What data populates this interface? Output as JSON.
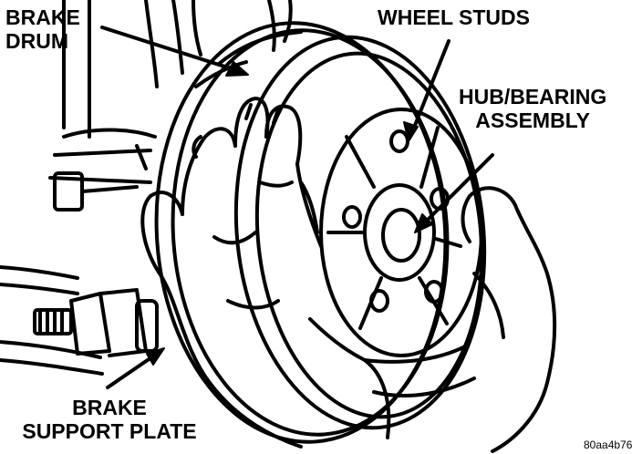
{
  "labels": {
    "brake_drum_line1": "BRAKE",
    "brake_drum_line2": "DRUM",
    "wheel_studs": "WHEEL STUDS",
    "hub_line1": "HUB/BEARING",
    "hub_line2": "ASSEMBLY",
    "support_line1": "BRAKE",
    "support_line2": "SUPPORT PLATE",
    "figure_code": "80aa4b76"
  },
  "colors": {
    "ink": "#000000",
    "paper": "#ffffff"
  }
}
